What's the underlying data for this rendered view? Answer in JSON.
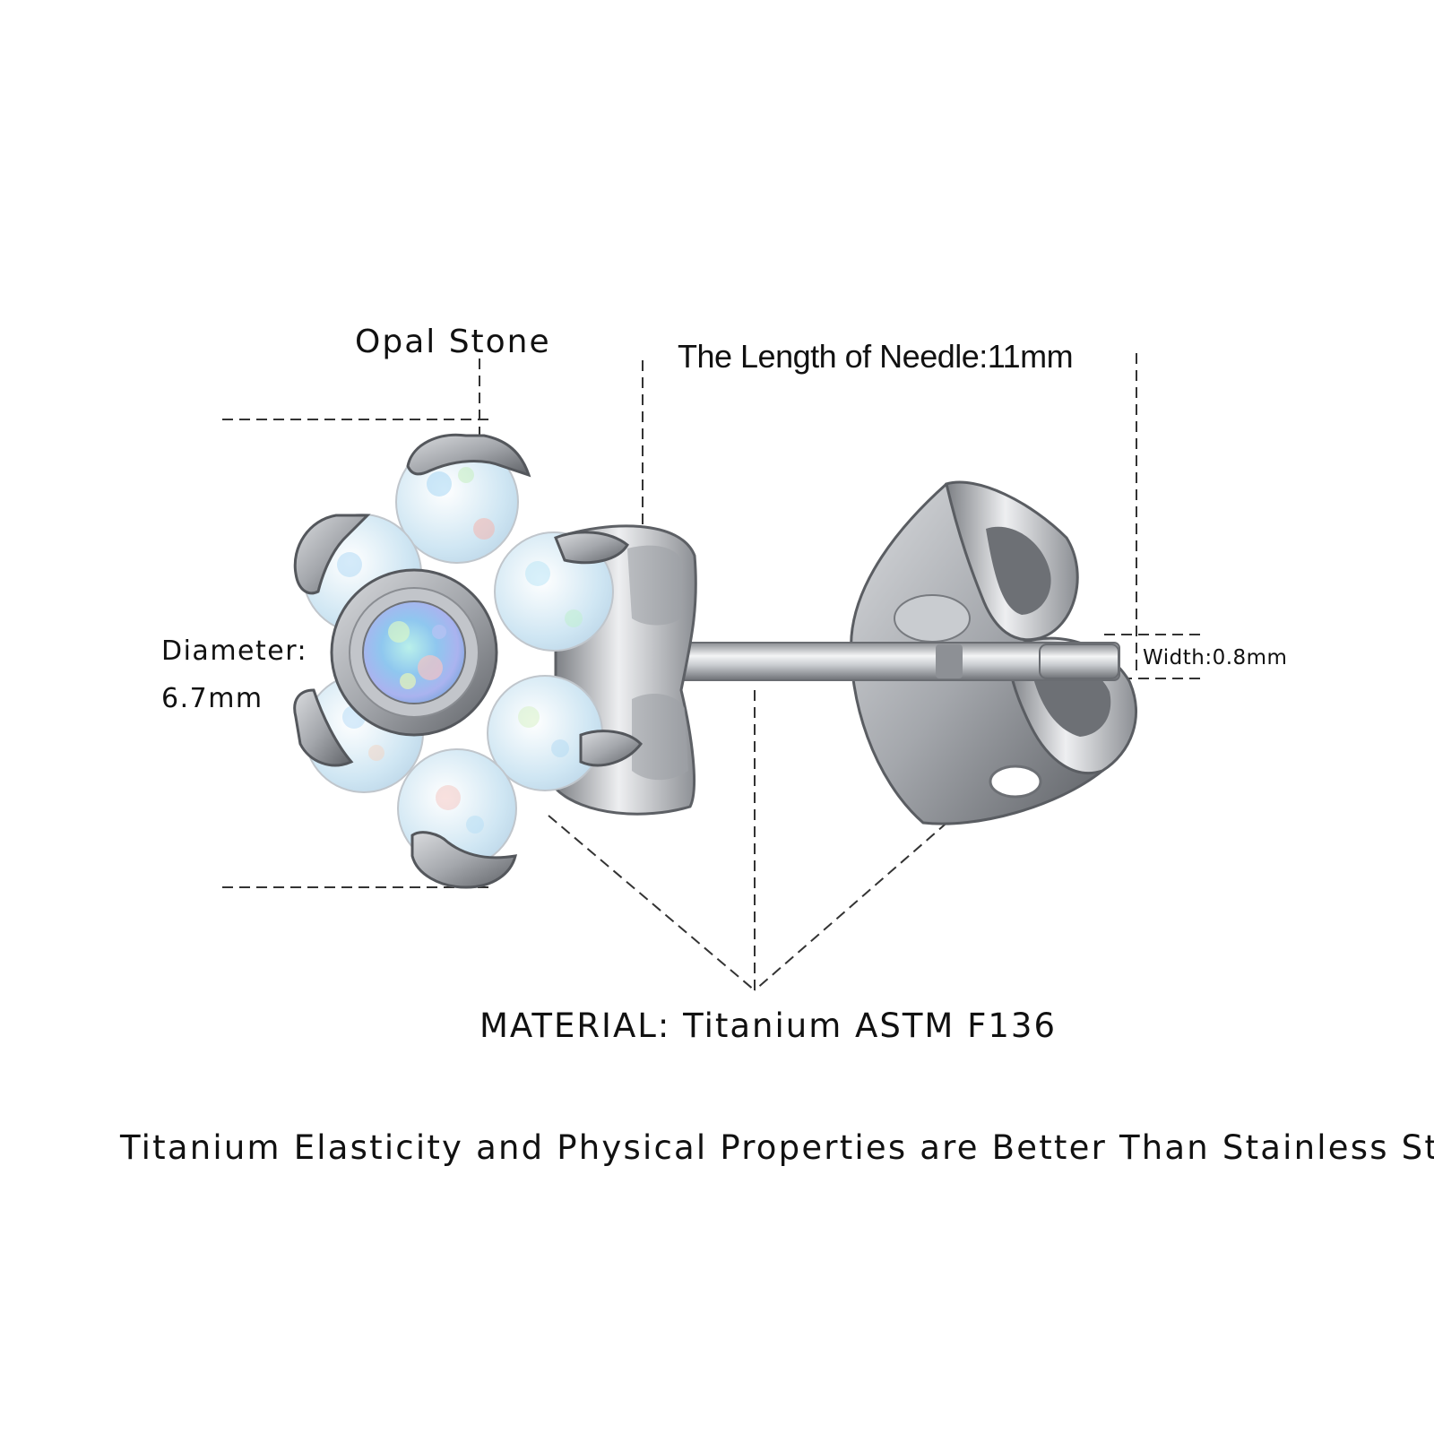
{
  "labels": {
    "opal_stone": "Opal Stone",
    "needle_length": "The Length of Needle:11mm",
    "diameter_label": "Diameter:",
    "diameter_value": "6.7mm",
    "width": "Width:0.8mm",
    "material": "MATERIAL: Titanium  ASTM F136",
    "tagline": "Titanium Elasticity and Physical Properties are Better Than Stainless Steel"
  },
  "colors": {
    "background": "#ffffff",
    "text": "#111111",
    "metal": "#b9bcc1",
    "metal_dark": "#6f7277",
    "opal": "#e9f1f6"
  }
}
